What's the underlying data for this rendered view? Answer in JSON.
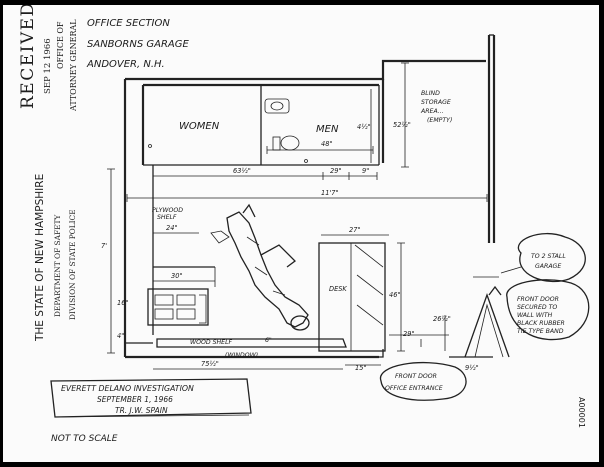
{
  "header": {
    "line1": "OFFICE SECTION",
    "line2": "SANBORNS GARAGE",
    "line3": "ANDOVER, N.H."
  },
  "stamp": {
    "received": "RECEIVED",
    "date": "SEP 12 1966",
    "office_of": "OFFICE OF",
    "attorney_general": "ATTORNEY GENERAL"
  },
  "sidebar": {
    "state": "THE STATE OF NEW HAMPSHIRE",
    "dept": "DEPARTMENT OF SAFETY",
    "division": "DIVISION OF STATE POLICE"
  },
  "rooms": {
    "women": "WOMEN",
    "men": "MEN",
    "blind_storage": [
      "BLIND",
      "STORAGE",
      "AREA...",
      "(EMPTY)"
    ],
    "plywood_shelf": [
      "PLYWOOD",
      "SHELF"
    ],
    "desk": "DESK",
    "wood_shelf": "WOOD SHELF",
    "window": "(WINDOW)"
  },
  "dimensions": {
    "d_4_5": "4½\"",
    "d_48": "48\"",
    "d_52_5": "52½\"",
    "d_63_5": "63½\"",
    "d_29": "29\"",
    "d_9": "9\"",
    "d_11_7": "11'7\"",
    "d_7": "7'",
    "d_24": "24\"",
    "d_27": "27\"",
    "d_30": "30\"",
    "d_16": "16\"",
    "d_4": "4\"",
    "d_6": "6\"",
    "d_75_5": "75½\"",
    "d_46": "46\"",
    "d_29b": "29\"",
    "d_15": "15\"",
    "d_9_5": "9½\"",
    "d_26_5": "26½\""
  },
  "callouts": {
    "stall_garage": [
      "TO 2 STALL",
      "GARAGE"
    ],
    "front_door_secured": [
      "FRONT DOOR",
      "SECURED TO",
      "WALL WITH",
      "BLACK RUBBER",
      "TIE TYPE BAND"
    ],
    "front_door_office": [
      "FRONT DOOR",
      "OFFICE ENTRANCE"
    ]
  },
  "investigation": {
    "line1": "EVERETT DELANO INVESTIGATION",
    "line2": "SEPTEMBER 1, 1966",
    "line3": "TR. J.W. SPAIN"
  },
  "footer": {
    "note": "NOT TO SCALE",
    "doc_id": "A00001"
  }
}
